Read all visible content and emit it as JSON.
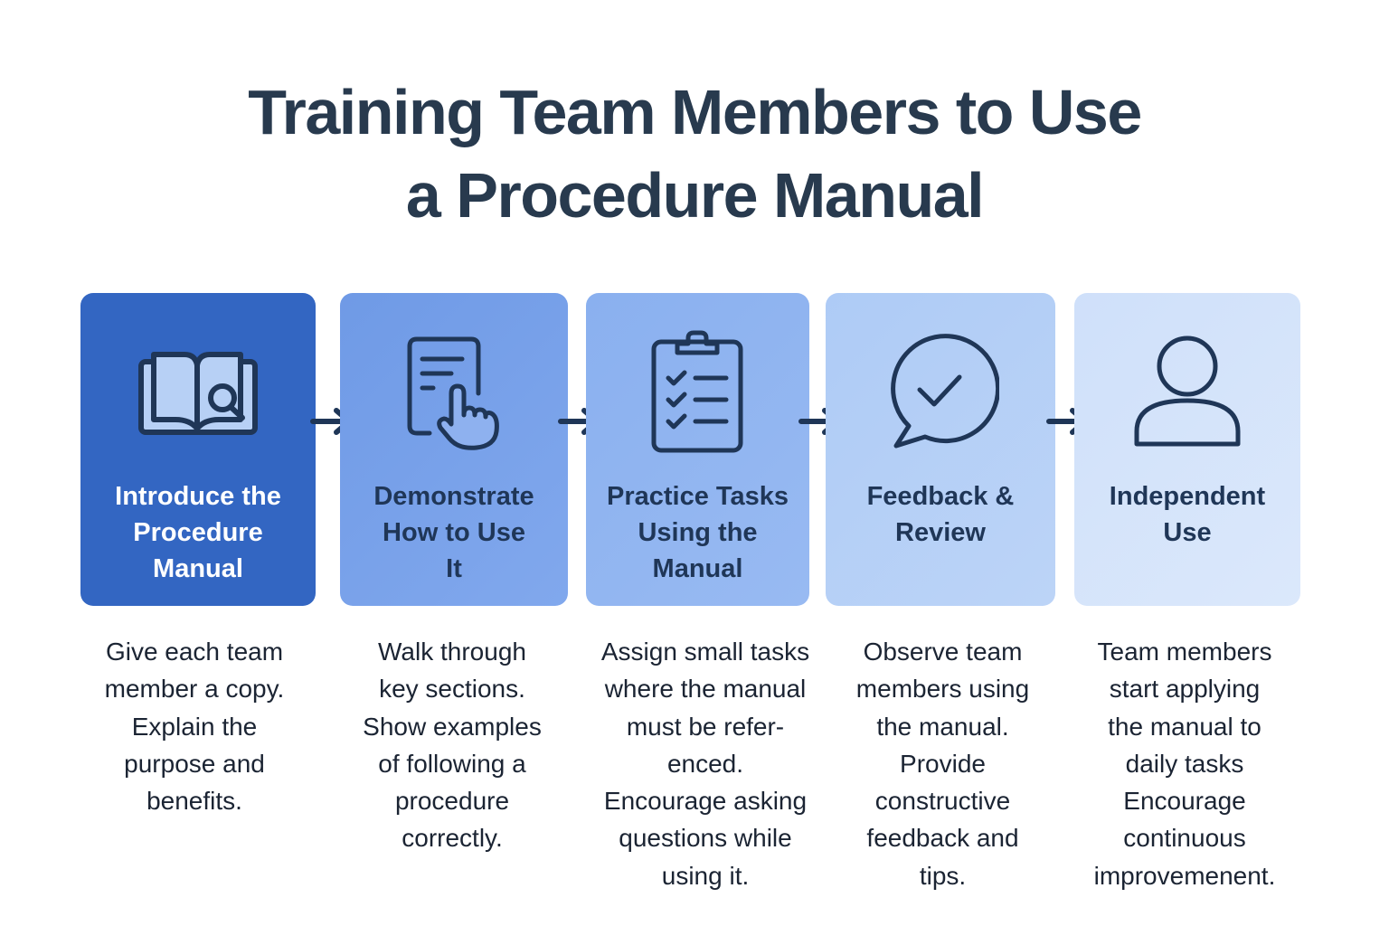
{
  "title": "Training Team Members to Use\na Procedure Manual",
  "colors": {
    "title": "#283a4e",
    "icon_stroke": "#1f3657",
    "step1_bg": "#3366c2",
    "step2_bg": "#78a1ea",
    "step3_bg": "#92b5f1",
    "step4_bg": "#b5cff7",
    "step5_bg": "#d5e4fa"
  },
  "steps": [
    {
      "label": "Introduce the\nProcedure\nManual",
      "icon": "open-book-magnifier-icon",
      "description": "Give each team\nmember a copy.\nExplain the\npurpose and\nbenefits."
    },
    {
      "label": "Demonstrate\nHow to Use\nIt",
      "icon": "document-pointing-hand-icon",
      "description": "Walk through\nkey sections.\nShow examples\nof following a\nprocedure\ncorrectly."
    },
    {
      "label": "Practice Tasks\nUsing the\nManual",
      "icon": "clipboard-checklist-icon",
      "description": "Assign small tasks\nwhere the manual\nmust be refer-\nenced.\nEncourage asking\nquestions while\nusing it."
    },
    {
      "label": "Feedback &\nReview",
      "icon": "speech-bubble-check-icon",
      "description": "Observe team\nmembers using\nthe manual.\nProvide\nconstructive\nfeedback and\ntips."
    },
    {
      "label": "Independent\nUse",
      "icon": "person-icon",
      "description": "Team members\nstart applying\nthe manual to\ndaily tasks\nEncourage\ncontinuous\nimprovemenent."
    }
  ]
}
